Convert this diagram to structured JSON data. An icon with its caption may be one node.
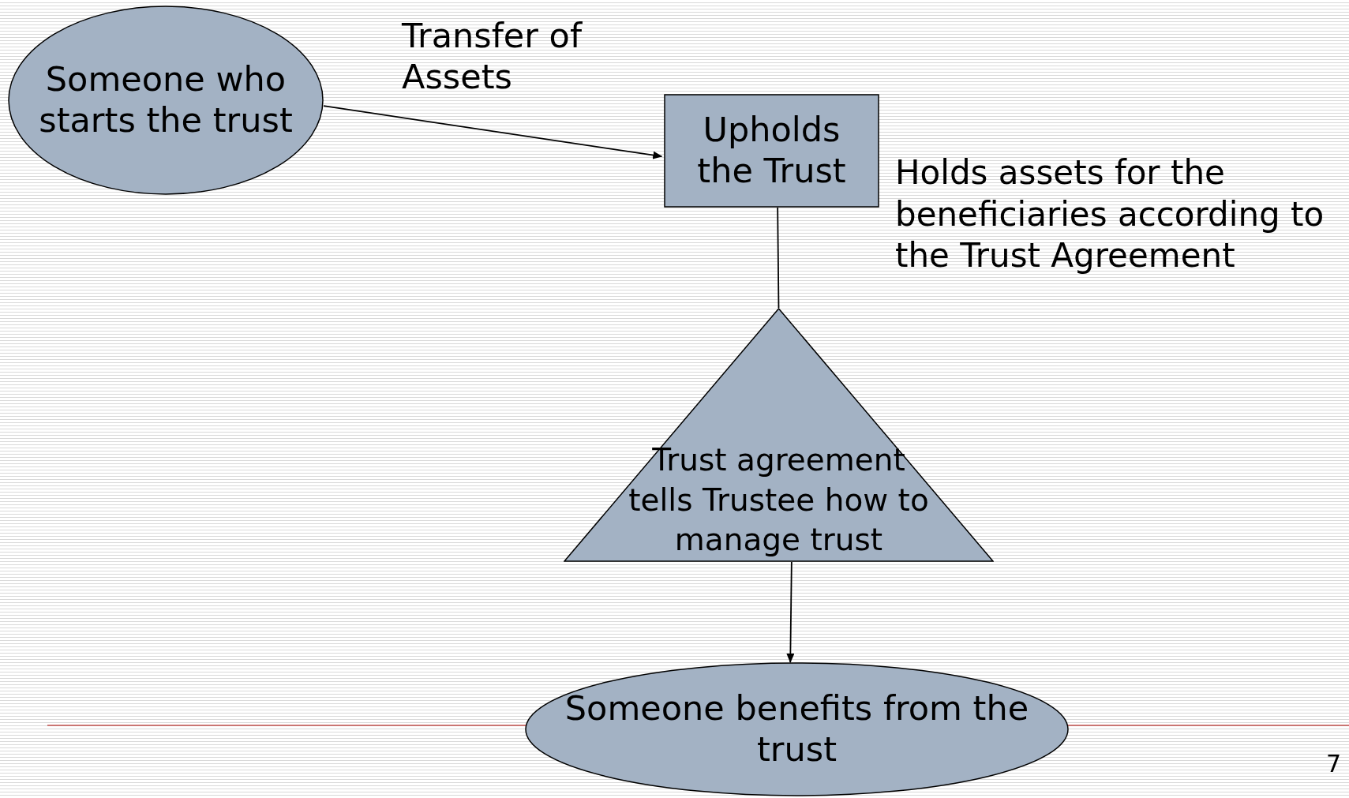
{
  "diagram": {
    "nodes": [
      {
        "text": [
          "Someone who starts the trust"
        ]
      },
      {
        "text": [
          "Upholds the Trust"
        ],
        "beside": [
          "Holds assets for the beneficiaries according to the Trust Agreement"
        ]
      },
      {
        "text": [
          "Trust agreement tells Trustee how to manage trust"
        ]
      },
      {
        "text": [
          "Someone benefits from the trust"
        ]
      }
    ],
    "edges": [
      {
        "from": 0,
        "to": 1,
        "arrow": "to",
        "label": "Transfer of Assets"
      },
      {
        "from": 1,
        "to": 2,
        "arrow": "none"
      },
      {
        "from": 2,
        "to": 3,
        "arrow": "to"
      }
    ],
    "labels": [
      "7"
    ]
  }
}
